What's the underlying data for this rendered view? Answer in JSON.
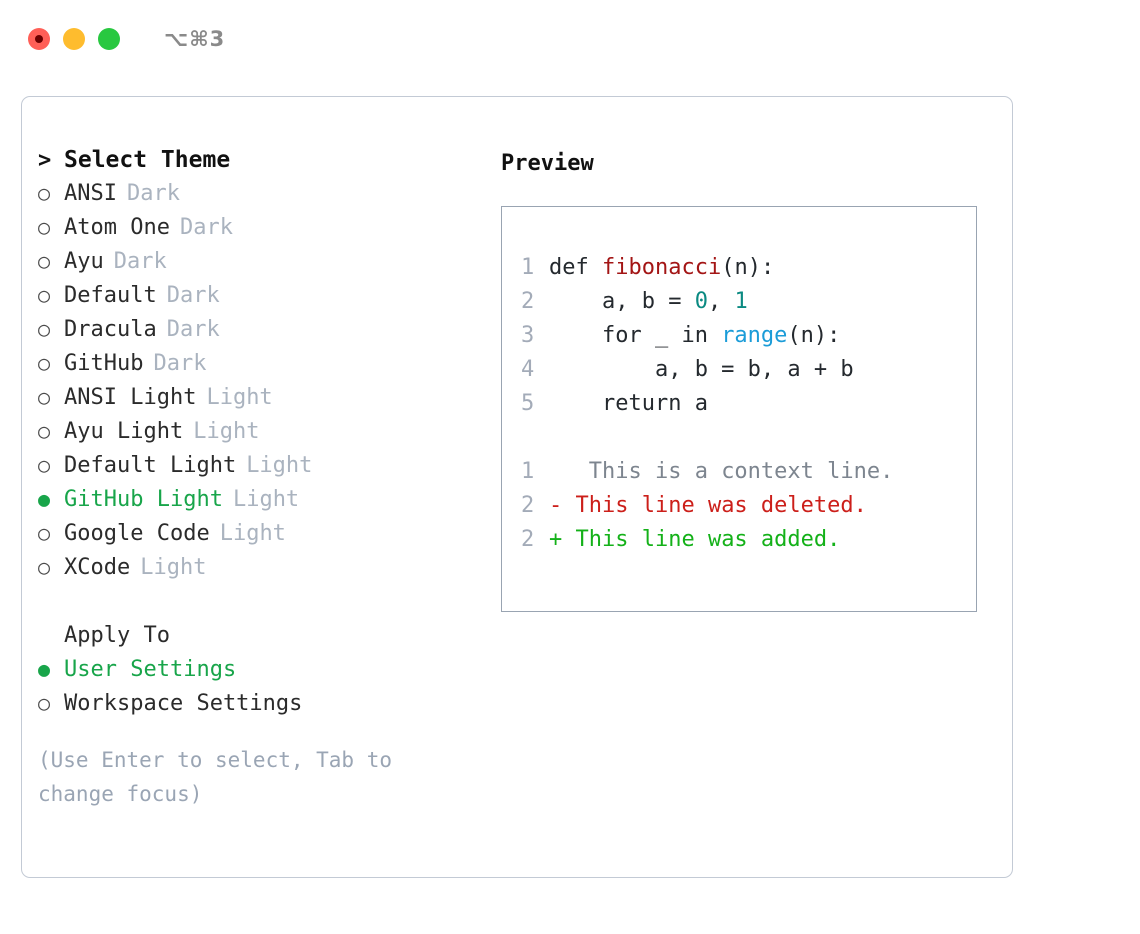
{
  "titlebar": {
    "shortcut": "⌥⌘3",
    "lights": [
      {
        "name": "close",
        "color": "#ff5f57"
      },
      {
        "name": "minimize",
        "color": "#febc2e"
      },
      {
        "name": "zoom",
        "color": "#28c840"
      }
    ]
  },
  "theme_list": {
    "header": "Select Theme",
    "caret": ">",
    "marker_selected": "●",
    "marker_unselected": "○",
    "items": [
      {
        "label": "ANSI",
        "suffix": "Dark",
        "selected": false
      },
      {
        "label": "Atom One",
        "suffix": "Dark",
        "selected": false
      },
      {
        "label": "Ayu",
        "suffix": "Dark",
        "selected": false
      },
      {
        "label": "Default",
        "suffix": "Dark",
        "selected": false
      },
      {
        "label": "Dracula",
        "suffix": "Dark",
        "selected": false
      },
      {
        "label": "GitHub",
        "suffix": "Dark",
        "selected": false
      },
      {
        "label": "ANSI Light",
        "suffix": "Light",
        "selected": false
      },
      {
        "label": "Ayu Light",
        "suffix": "Light",
        "selected": false
      },
      {
        "label": "Default Light",
        "suffix": "Light",
        "selected": false
      },
      {
        "label": "GitHub Light",
        "suffix": "Light",
        "selected": true
      },
      {
        "label": "Google Code",
        "suffix": "Light",
        "selected": false
      },
      {
        "label": "XCode",
        "suffix": "Light",
        "selected": false
      }
    ]
  },
  "apply_to": {
    "header": "Apply To",
    "options": [
      {
        "label": "User Settings",
        "selected": true
      },
      {
        "label": "Workspace Settings",
        "selected": false
      }
    ]
  },
  "hint": "(Use Enter to select, Tab to change focus)",
  "preview": {
    "title": "Preview",
    "code_lines": [
      {
        "num": "1",
        "tokens": [
          {
            "t": "def ",
            "c": "plain"
          },
          {
            "t": "fibonacci",
            "c": "fn"
          },
          {
            "t": "(n):",
            "c": "plain"
          }
        ]
      },
      {
        "num": "2",
        "tokens": [
          {
            "t": "    a, b = ",
            "c": "plain"
          },
          {
            "t": "0",
            "c": "num"
          },
          {
            "t": ", ",
            "c": "plain"
          },
          {
            "t": "1",
            "c": "num"
          }
        ]
      },
      {
        "num": "3",
        "tokens": [
          {
            "t": "    for _ in ",
            "c": "plain"
          },
          {
            "t": "range",
            "c": "bi"
          },
          {
            "t": "(n):",
            "c": "plain"
          }
        ]
      },
      {
        "num": "4",
        "tokens": [
          {
            "t": "        a, b = b, a + b",
            "c": "plain"
          }
        ]
      },
      {
        "num": "5",
        "tokens": [
          {
            "t": "    return a",
            "c": "plain"
          }
        ]
      }
    ],
    "diff_lines": [
      {
        "num": "1",
        "sign": " ",
        "text": "  This is a context line.",
        "kind": "ctx"
      },
      {
        "num": "2",
        "sign": "-",
        "text": " This line was deleted.",
        "kind": "del"
      },
      {
        "num": "2",
        "sign": "+",
        "text": " This line was added.",
        "kind": "add"
      }
    ]
  },
  "colors": {
    "accent_green": "#18a54a",
    "muted": "#aab3bf",
    "hint": "#9aa5b4",
    "border_panel": "#c3cad5",
    "border_code": "#99a4b2",
    "syntax_function": "#a31515",
    "syntax_number": "#0b8a82",
    "syntax_builtin": "#1b9cd8",
    "diff_context": "#7d858f",
    "diff_deleted": "#cc1f1a",
    "diff_added": "#14b119"
  }
}
